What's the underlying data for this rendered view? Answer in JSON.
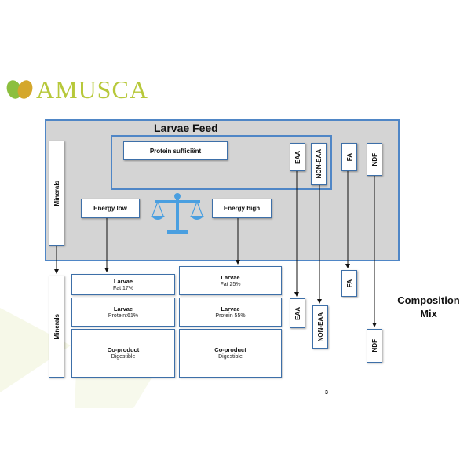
{
  "logo": {
    "text": "AMUSCA",
    "leaf_colors": [
      "#8cbf3f",
      "#d4a72c"
    ],
    "text_color": "#b7c83a"
  },
  "diagram": {
    "title": "Larvae Feed",
    "protein_box": "Protein sufficiënt",
    "energy_low": "Energy low",
    "energy_high": "Energy high",
    "minerals_top": "Minerals",
    "minerals_bottom": "Minerals",
    "eaa_top": "EAA",
    "non_eaa_top": "NON-EAA",
    "fa_top": "FA",
    "ndf_top": "NDF",
    "eaa_bottom": "EAA",
    "non_eaa_bottom": "NON-EAA",
    "fa_bottom": "FA",
    "ndf_bottom": "NDF",
    "left_column": [
      {
        "title": "Larvae",
        "detail": "Fat 17%"
      },
      {
        "title": "Larvae",
        "detail": "Protein:61%"
      },
      {
        "title": "Co-product",
        "detail": "Digestible"
      }
    ],
    "right_column": [
      {
        "title": "Larvae",
        "detail": "Fat 25%"
      },
      {
        "title": "Larvae",
        "detail": "Protein 55%"
      },
      {
        "title": "Co-product",
        "detail": "Digestible"
      }
    ],
    "composition_line1": "Composition",
    "composition_line2": "Mix",
    "page_number": "3",
    "scale_icon": "balance-scale-icon",
    "colors": {
      "border": "#3d6fa8",
      "feed_bg": "#d4d4d4",
      "scale": "#4a9fe0"
    }
  }
}
